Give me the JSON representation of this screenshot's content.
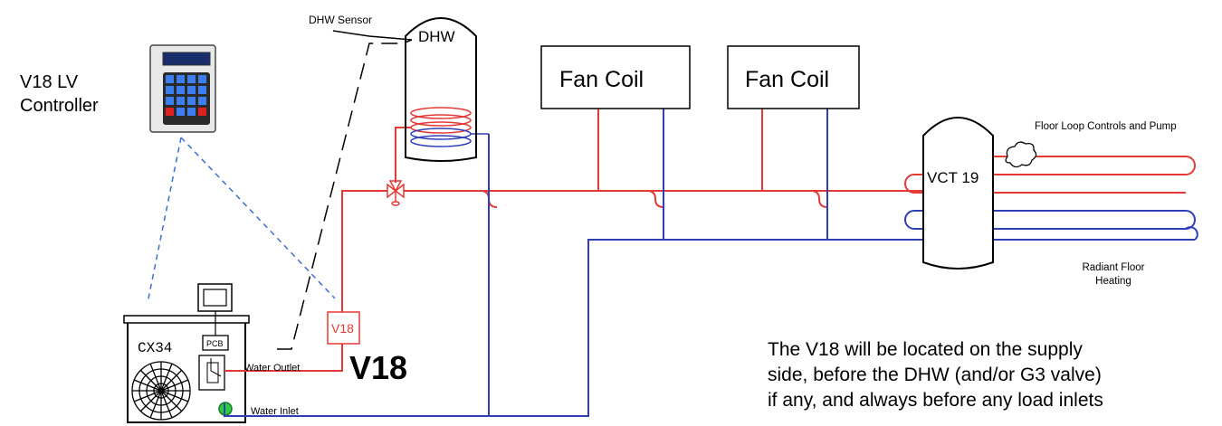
{
  "labels": {
    "controller": "V18 LV Controller",
    "dhw_sensor": "DHW Sensor",
    "dhw_tank": "DHW",
    "fan_coil_1": "Fan Coil",
    "fan_coil_2": "Fan Coil",
    "vct": "VCT 19",
    "floor_controls": "Floor Loop Controls and Pump",
    "radiant_line1": "Radiant Floor",
    "radiant_line2": "Heating",
    "heat_pump": "CX34",
    "pcb": "PCB",
    "v18_box": "V18",
    "v18_big": "V18",
    "water_outlet": "Water Outlet",
    "water_inlet": "Water Inlet"
  },
  "note": {
    "line1": "The V18 will be located on the supply",
    "line2": "side, before the DHW (and/or G3 valve)",
    "line3": "if any, and always before any load inlets"
  },
  "colors": {
    "supply": "#e53935",
    "return": "#2f3fb5",
    "controller_link": "#3a6fd0",
    "sensor_link": "#000000",
    "pump": "#2ecc40"
  }
}
